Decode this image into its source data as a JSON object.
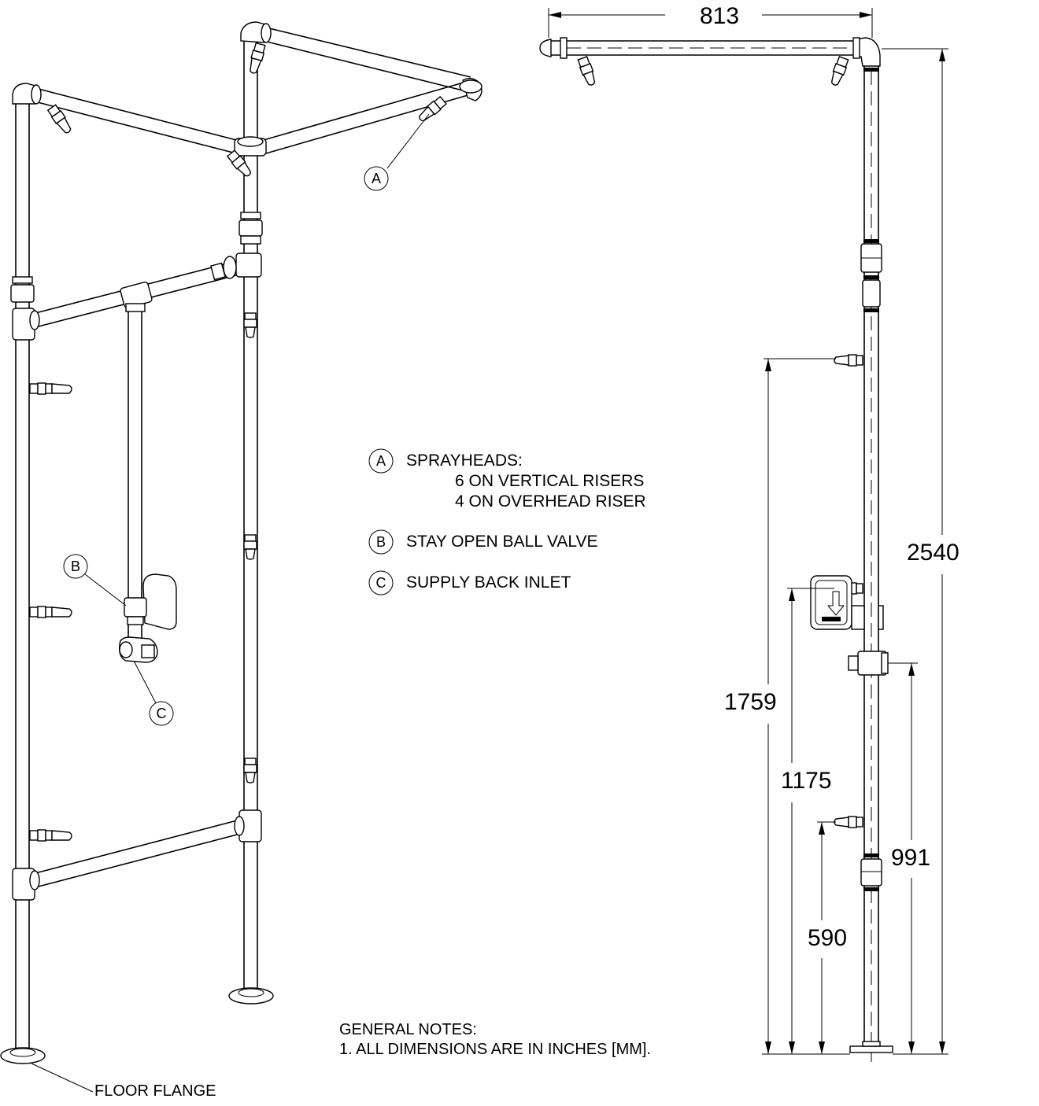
{
  "callouts": {
    "a": "A",
    "b": "B",
    "c": "C"
  },
  "legend": [
    {
      "letter": "A",
      "title": "SPRAYHEADS:",
      "lines": [
        "6 ON VERTICAL RISERS",
        "4 ON OVERHEAD RISER"
      ]
    },
    {
      "letter": "B",
      "title": "STAY OPEN BALL VALVE",
      "lines": []
    },
    {
      "letter": "C",
      "title": "SUPPLY BACK INLET",
      "lines": []
    }
  ],
  "floor_flange_label": "FLOOR FLANGE",
  "notes": {
    "title": "GENERAL NOTES:",
    "line1": "1. ALL DIMENSIONS ARE IN INCHES [MM]."
  },
  "dimensions": {
    "width": "813",
    "overall_height": "2540",
    "upper_spray_height": "1759",
    "valve_height": "1175",
    "inlet_height": "991",
    "lower_spray_height": "590"
  }
}
